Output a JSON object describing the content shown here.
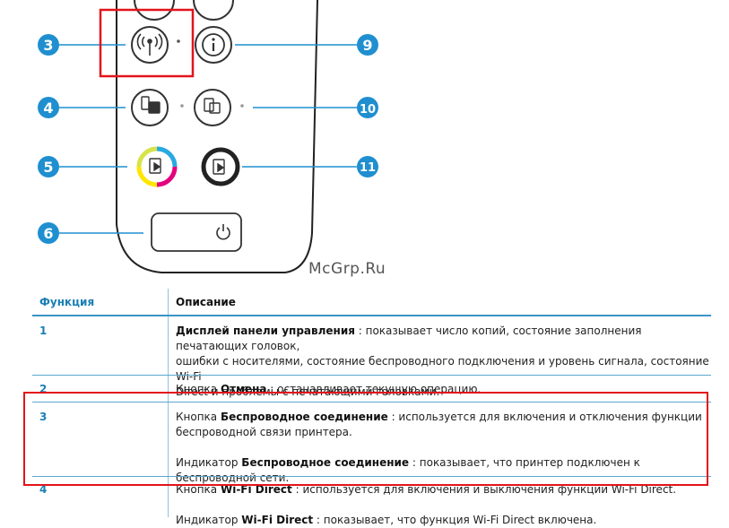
{
  "callouts": {
    "c3": "3",
    "c4": "4",
    "c5": "5",
    "c6": "6",
    "c9": "9",
    "c10": "10",
    "c11": "11"
  },
  "watermark": "McGrp.Ru",
  "table": {
    "header_function": "Функция",
    "header_description": "Описание",
    "rows": [
      {
        "num": "1",
        "line1_bold": "Дисплей панели управления",
        "line1_text": " : показывает число копий, состояние заполнения печатающих головок,",
        "line2": "ошибки с носителями, состояние беспроводного подключения и уровень сигнала, состояние Wi-Fi",
        "line3": "Direct и проблемы с печатающими головками."
      },
      {
        "num": "2",
        "pre": "Кнопка ",
        "bold": "Отмена",
        "post": " : останавливает текущую операцию."
      },
      {
        "num": "3",
        "p1_pre": "Кнопка ",
        "p1_bold": "Беспроводное соединение",
        "p1_post": " : используется для включения и отключения функции",
        "p1_line2": "беспроводной связи принтера.",
        "p2_pre": "Индикатор ",
        "p2_bold": "Беспроводное соединение",
        "p2_post": " : показывает, что принтер подключен к беспроводной сети."
      },
      {
        "num": "4",
        "p1_pre": "Кнопка ",
        "p1_bold": "Wi-Fi Direct",
        "p1_post": " : используется для включения и выключения функции Wi-Fi Direct.",
        "p2_pre": "Индикатор ",
        "p2_bold": "Wi-Fi Direct",
        "p2_post": " : показывает, что функция Wi-Fi Direct включена."
      }
    ]
  },
  "colors": {
    "callout_blue": "#1f8fd0",
    "table_blue": "#1a7fb4",
    "highlight_red": "#e2141b"
  }
}
